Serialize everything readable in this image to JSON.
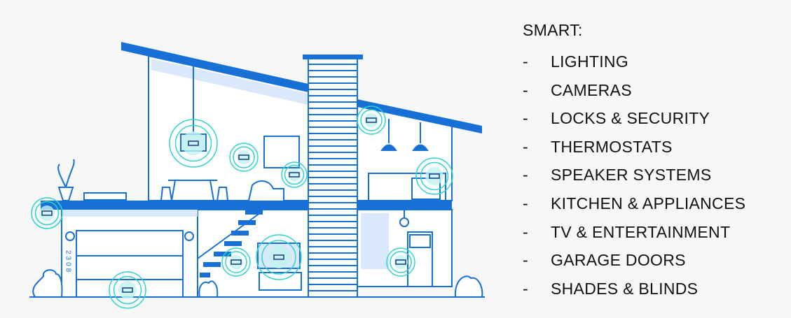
{
  "illustration": {
    "house_number": "2308",
    "colors": {
      "primary": "#1670d6",
      "light": "#d9e9fb",
      "signal": "#2fd3cf",
      "background": "#f7f7f7"
    }
  },
  "features": {
    "title": "SMART:",
    "bullet": "-",
    "items": [
      {
        "label": "LIGHTING"
      },
      {
        "label": "CAMERAS"
      },
      {
        "label": "LOCKS & SECURITY"
      },
      {
        "label": "THERMOSTATS"
      },
      {
        "label": "SPEAKER SYSTEMS"
      },
      {
        "label": "KITCHEN & APPLIANCES"
      },
      {
        "label": "TV & ENTERTAINMENT"
      },
      {
        "label": "GARAGE DOORS"
      },
      {
        "label": "SHADES & BLINDS"
      }
    ]
  }
}
